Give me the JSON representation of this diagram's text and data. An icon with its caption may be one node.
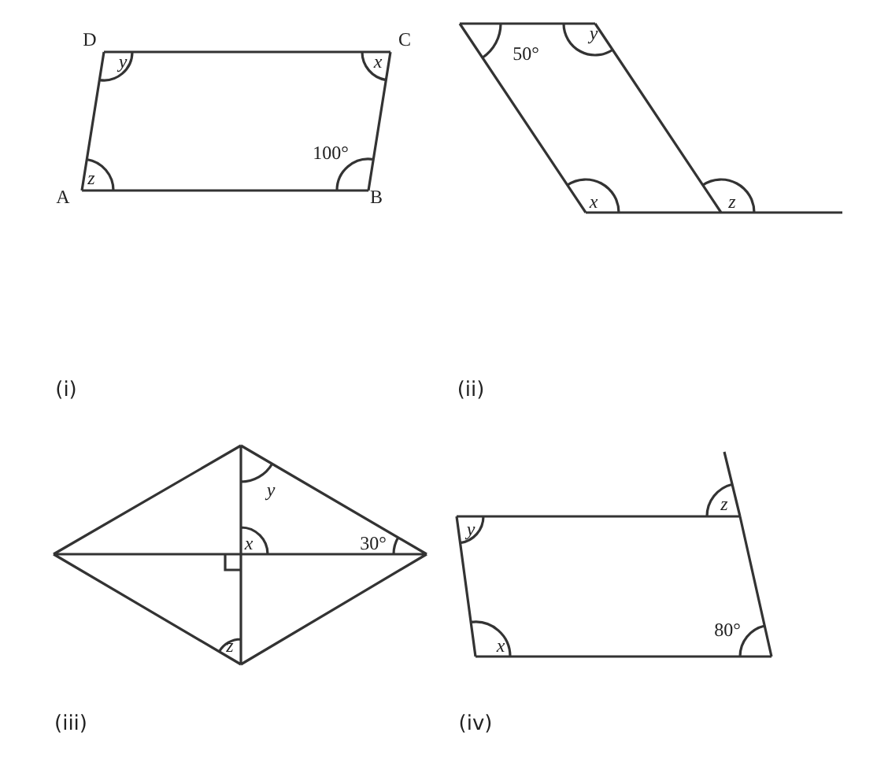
{
  "diagram": {
    "labels": [
      "D",
      "y",
      "x",
      "C",
      "100°",
      "z",
      "A",
      "B",
      "50°",
      "y",
      "x",
      "z",
      "(i)",
      "(ii)",
      "y",
      "x",
      "30°",
      "z",
      "y",
      "z",
      "80°",
      "x",
      "(iii)",
      "(iv)"
    ]
  }
}
